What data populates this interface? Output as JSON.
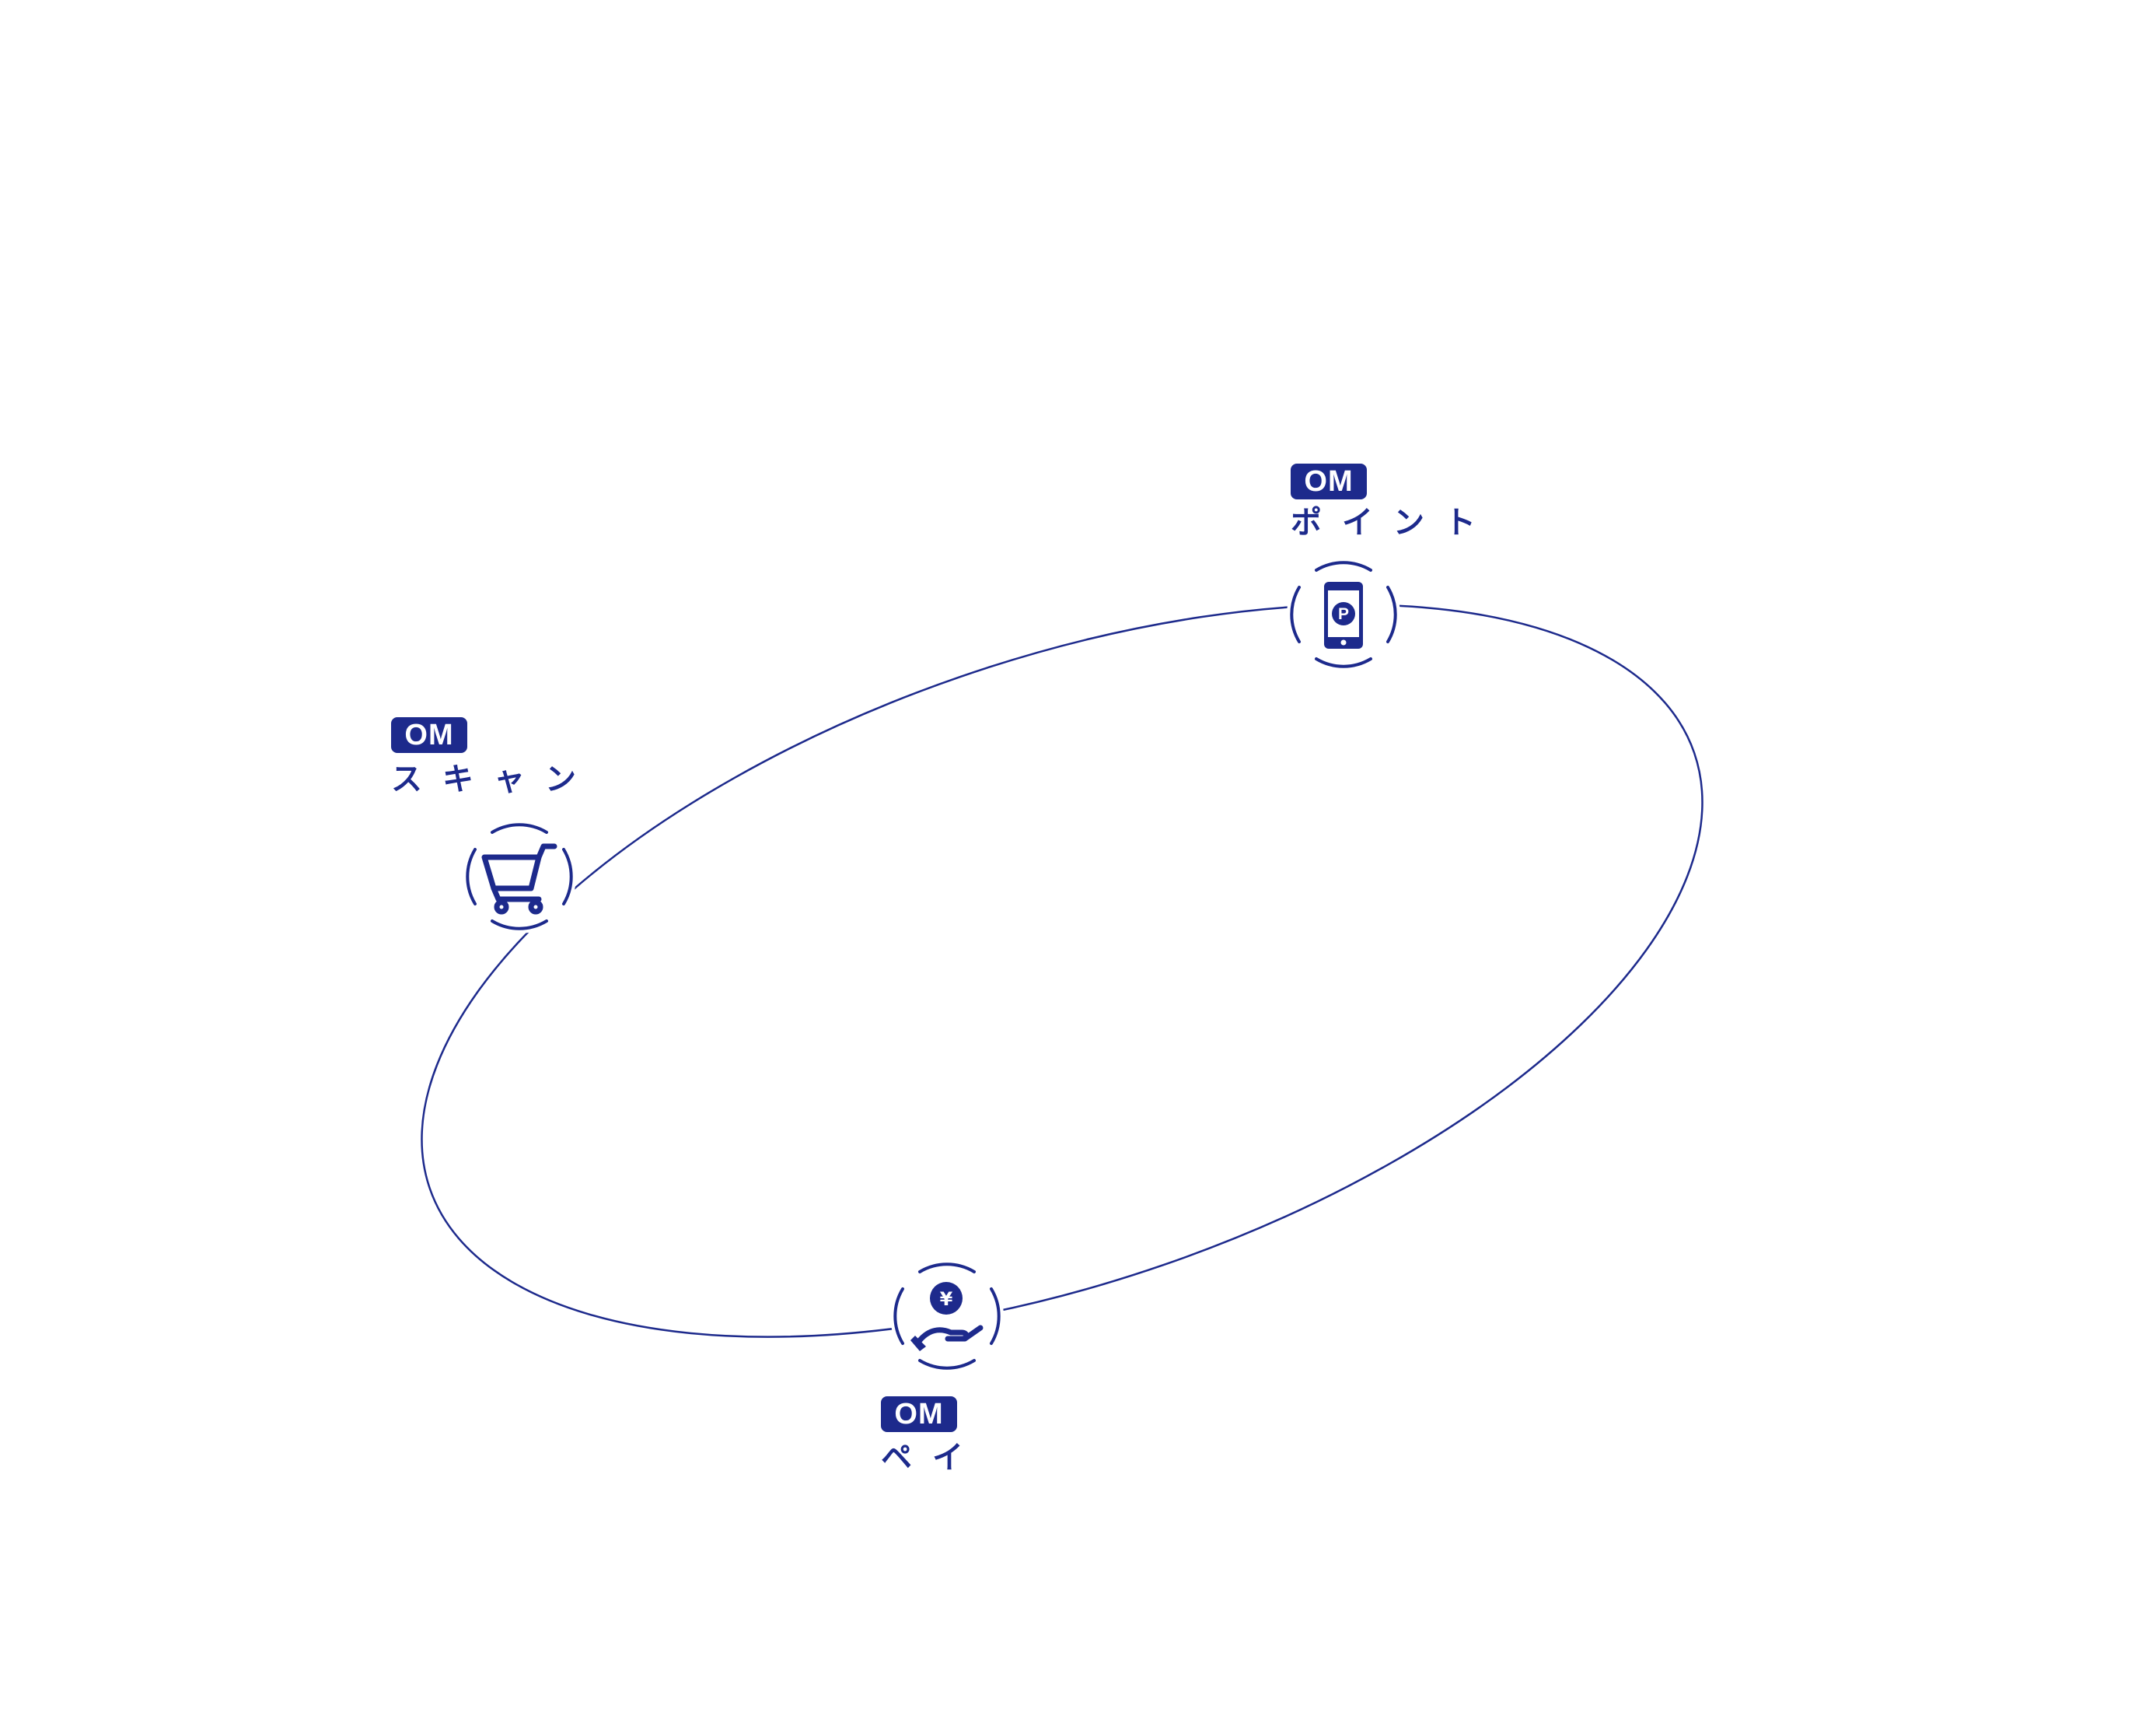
{
  "colors": {
    "accent": "#1d2a8c"
  },
  "nodes": {
    "point": {
      "badge": "OM",
      "label": "ポイント",
      "icon": "smartphone-point-icon"
    },
    "scan": {
      "badge": "OM",
      "label": "スキャン",
      "icon": "shopping-cart-icon"
    },
    "pay": {
      "badge": "OM",
      "label": "ペイ",
      "icon": "hand-yen-coin-icon"
    }
  }
}
